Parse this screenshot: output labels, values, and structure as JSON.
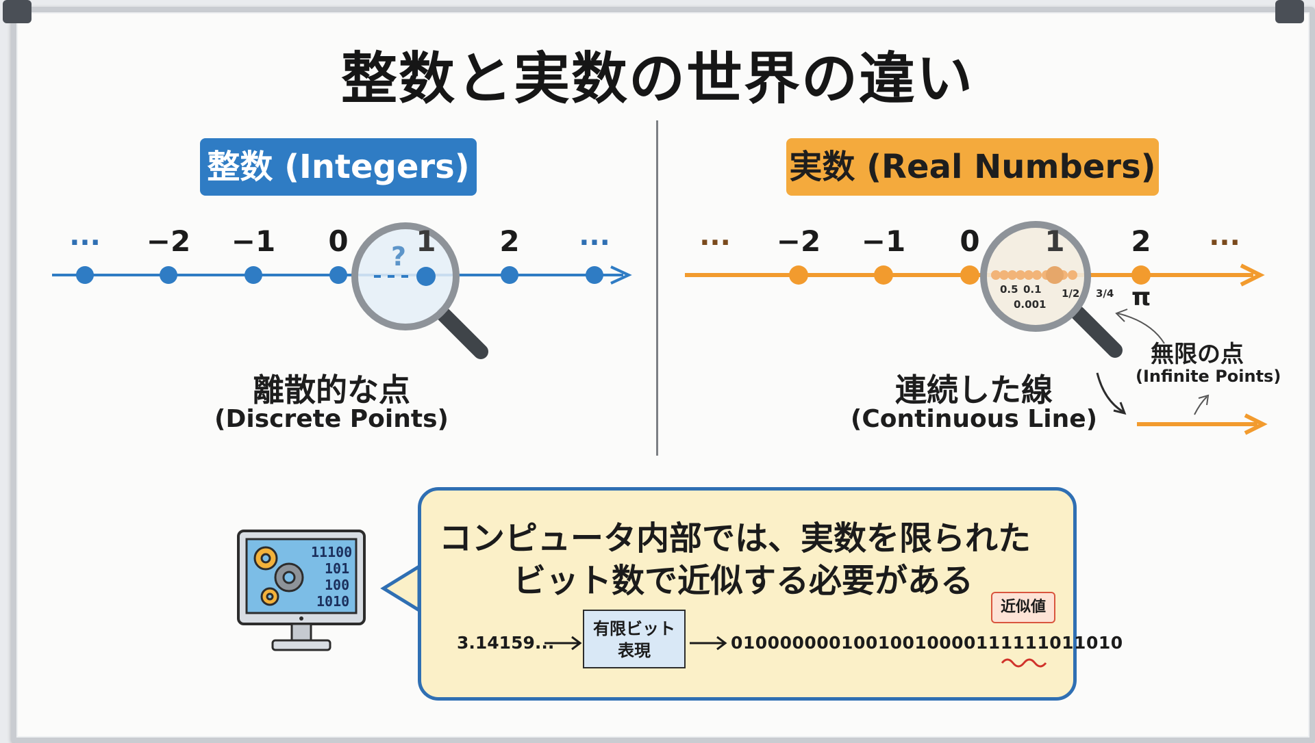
{
  "title": "整数と実数の世界の違い",
  "integers": {
    "badge": "整数 (Integers)",
    "ticks": [
      "...",
      "−2",
      "−1",
      "0",
      "1",
      "2",
      "..."
    ],
    "magnifier_mark": "?",
    "caption_jp": "離散的な点",
    "caption_en": "(Discrete Points)"
  },
  "reals": {
    "badge": "実数 (Real Numbers)",
    "ticks": [
      "...",
      "−2",
      "−1",
      "0",
      "1",
      "2",
      "..."
    ],
    "zoom_labels": [
      "0.5",
      "0.1",
      "0.001",
      "1/2",
      "3/4"
    ],
    "pi": "π",
    "caption_jp": "連続した線",
    "caption_en": "(Continuous Line)",
    "infinite_jp": "無限の点",
    "infinite_en": "(Infinite Points)"
  },
  "computer": {
    "screen_bits": [
      "11100",
      "101",
      "100",
      "1010"
    ],
    "message_line1": "コンピュータ内部では、実数を限られた",
    "message_line2": "ビット数で近似する必要がある",
    "flow_input": "3.14159...",
    "flow_box_line1": "有限ビット",
    "flow_box_line2": "表現",
    "flow_output": "01000000010010010000111111011010",
    "approx_tag": "近似値"
  },
  "colors": {
    "integer_blue": "#2f7cc4",
    "real_orange": "#f4aa3d",
    "bubble_fill": "#fbf0c8",
    "bubble_border": "#2f6fb3"
  }
}
